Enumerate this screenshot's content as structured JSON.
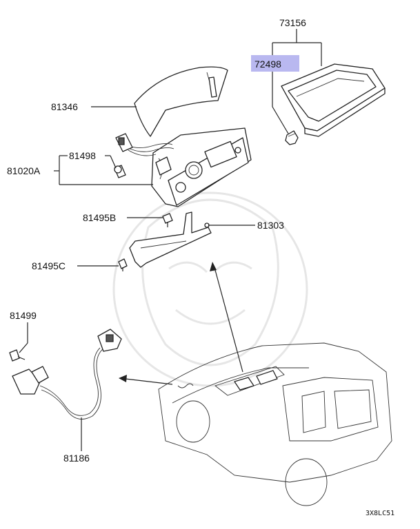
{
  "diagram": {
    "labels": {
      "p73156": "73156",
      "p72498": "72498",
      "p81346": "81346",
      "p81498": "81498",
      "p81020A": "81020A",
      "p81495B": "81495B",
      "p81303": "81303",
      "p81495C": "81495C",
      "p81499": "81499",
      "p81186": "81186"
    },
    "diagram_code": "3X8LC51",
    "highlight_color": "#b9b8f0"
  }
}
